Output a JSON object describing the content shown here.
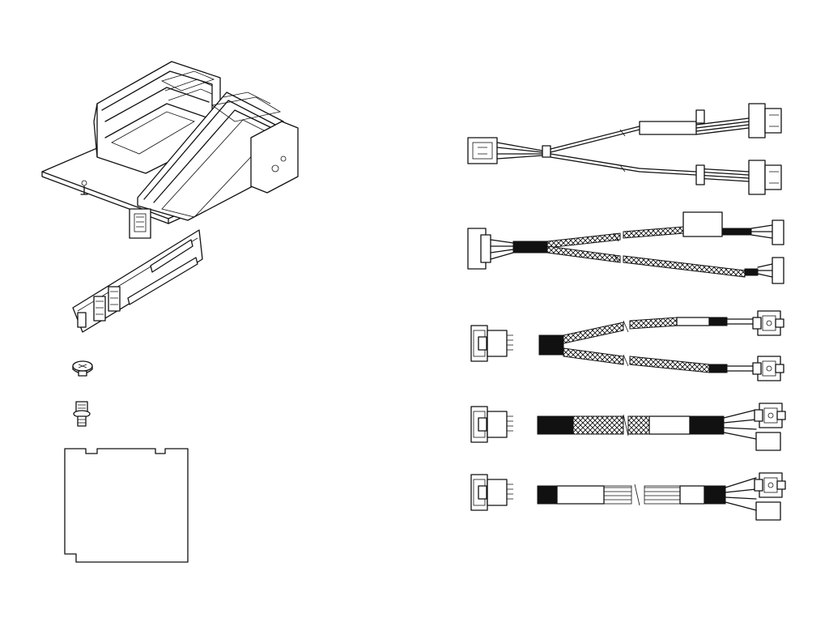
{
  "diagram": {
    "components": [
      {
        "id": "riser-cage-assembly",
        "icon": "riser-cage-icon"
      },
      {
        "id": "riser-card",
        "icon": "riser-card-icon"
      },
      {
        "id": "flat-head-screw",
        "icon": "screw-icon"
      },
      {
        "id": "thumb-screw",
        "icon": "thumbscrew-icon"
      },
      {
        "id": "filler-plate",
        "icon": "plate-icon"
      },
      {
        "id": "power-y-cable",
        "icon": "cable-icon"
      },
      {
        "id": "braided-y-cable",
        "icon": "cable-icon"
      },
      {
        "id": "signal-y-cable",
        "icon": "cable-icon"
      },
      {
        "id": "signal-cable-braided",
        "icon": "cable-icon"
      },
      {
        "id": "signal-cable-flat",
        "icon": "cable-icon"
      }
    ],
    "colors": {
      "stroke": "#111111",
      "background": "#ffffff"
    }
  }
}
